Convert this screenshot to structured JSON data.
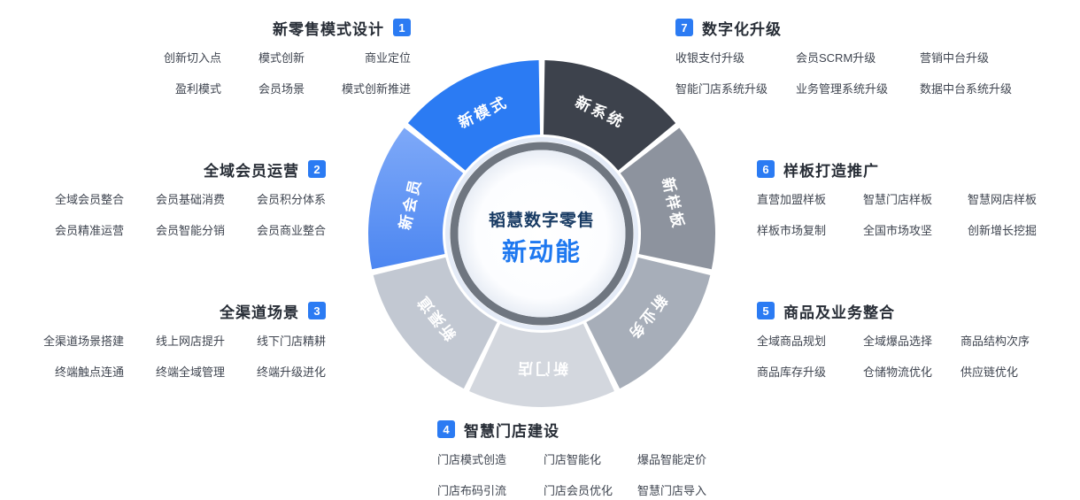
{
  "center": {
    "brand": "韬慧数字零售",
    "headline": "新动能"
  },
  "colors": {
    "accent": "#2b7bf3",
    "ring": "#6f7680"
  },
  "wheel": {
    "segments": [
      {
        "label": "新系统",
        "color": "#3d424c"
      },
      {
        "label": "新样板",
        "color": "#8d939e"
      },
      {
        "label": "新业务",
        "color": "#a7aeb9"
      },
      {
        "label": "新门店",
        "color": "#d3d7de"
      },
      {
        "label": "新渠道",
        "color": "#c2c8d2"
      },
      {
        "label": "新会员",
        "color": "#5b92f4",
        "gradient": true
      },
      {
        "label": "新模式",
        "color": "#2b7bf3"
      }
    ]
  },
  "sections": [
    {
      "num": "1",
      "title": "新零售模式设计",
      "items": [
        "创新切入点",
        "模式创新",
        "商业定位",
        "盈利模式",
        "会员场景",
        "模式创新推进"
      ]
    },
    {
      "num": "2",
      "title": "全域会员运营",
      "items": [
        "全域会员整合",
        "会员基础消费",
        "会员积分体系",
        "会员精准运营",
        "会员智能分销",
        "会员商业整合"
      ]
    },
    {
      "num": "3",
      "title": "全渠道场景",
      "items": [
        "全渠道场景搭建",
        "线上网店提升",
        "线下门店精耕",
        "终端触点连通",
        "终端全域管理",
        "终端升级进化"
      ]
    },
    {
      "num": "4",
      "title": "智慧门店建设",
      "items": [
        "门店模式创造",
        "门店智能化",
        "爆品智能定价",
        "门店布码引流",
        "门店会员优化",
        "智慧门店导入"
      ]
    },
    {
      "num": "5",
      "title": "商品及业务整合",
      "items": [
        "全域商品规划",
        "全域爆品选择",
        "商品结构次序",
        "商品库存升级",
        "仓储物流优化",
        "供应链优化"
      ]
    },
    {
      "num": "6",
      "title": "样板打造推广",
      "items": [
        "直营加盟样板",
        "智慧门店样板",
        "智慧网店样板",
        "样板市场复制",
        "全国市场攻坚",
        "创新增长挖掘"
      ]
    },
    {
      "num": "7",
      "title": "数字化升级",
      "items": [
        "收银支付升级",
        "会员SCRM升级",
        "营销中台升级",
        "智能门店系统升级",
        "业务管理系统升级",
        "数据中台系统升级"
      ]
    }
  ]
}
